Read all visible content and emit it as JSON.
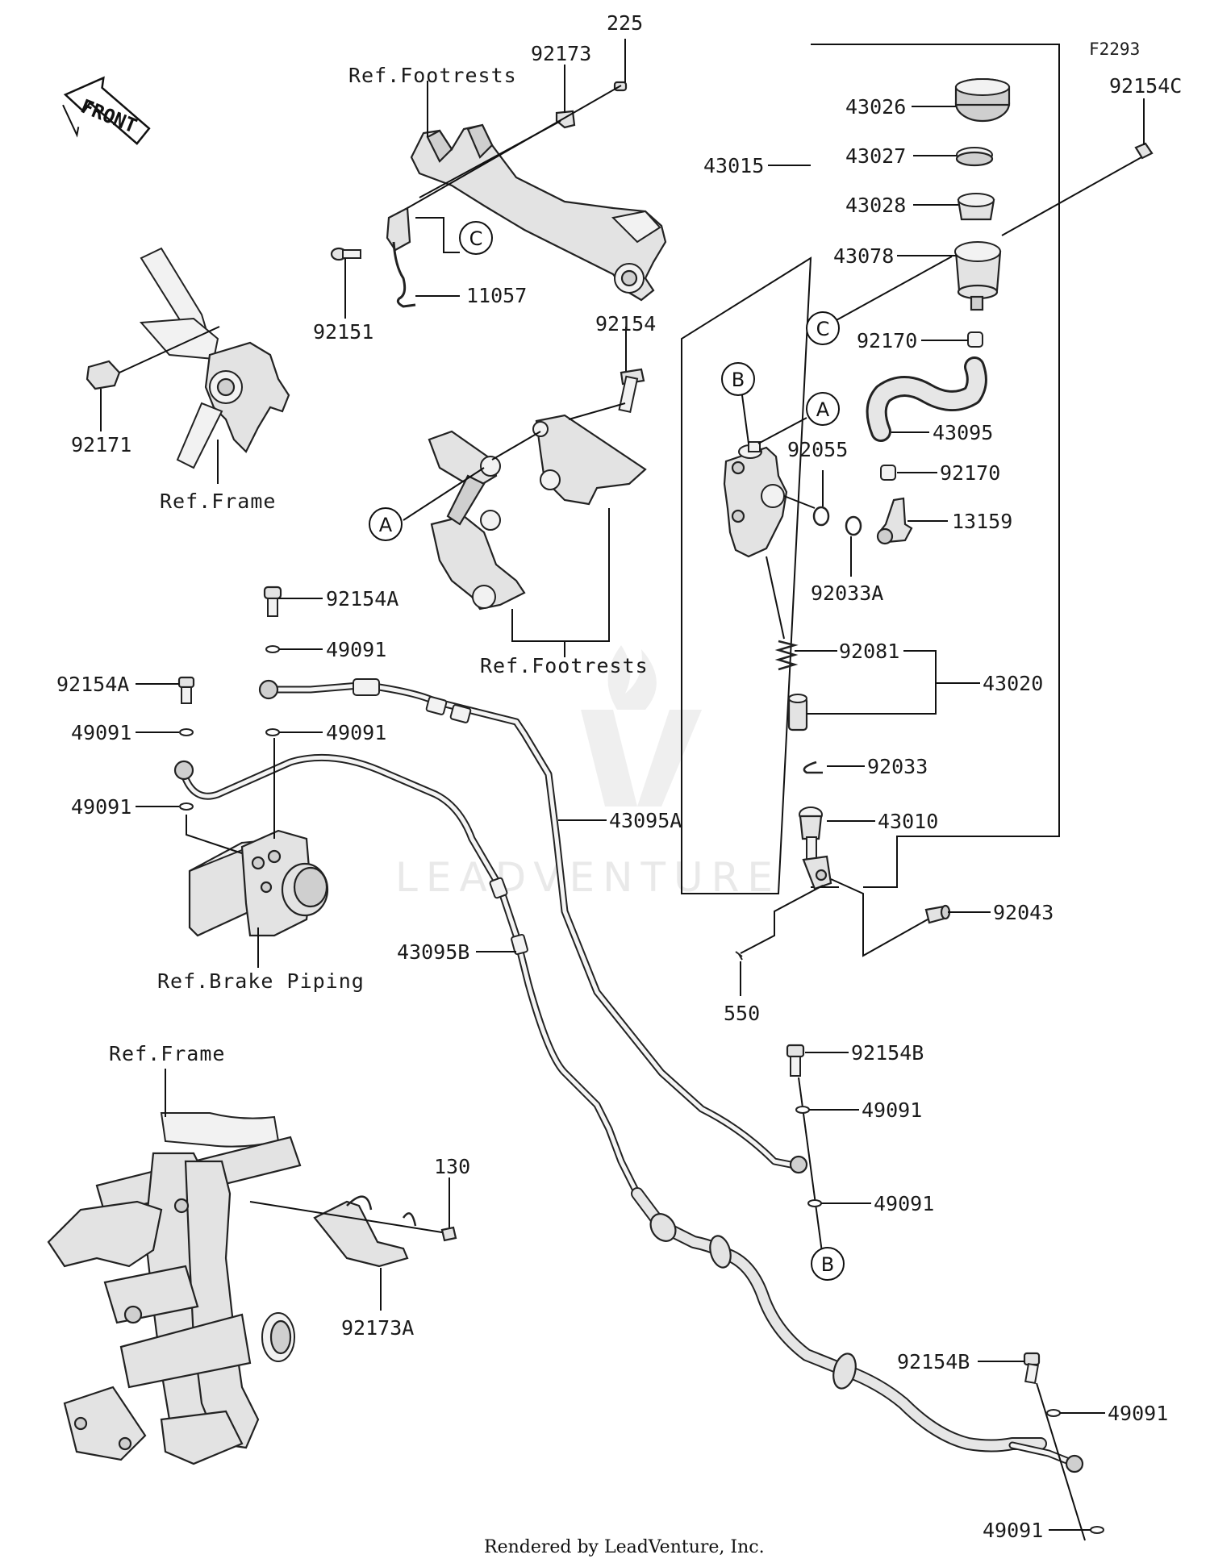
{
  "diagram_code": "F2293",
  "direction_label": "FRONT",
  "credit": "Rendered by LeadVenture, Inc.",
  "watermark": "LEADVENTURE",
  "callouts": {
    "a": "A",
    "b": "B",
    "c": "C"
  },
  "refs": {
    "footrests_top": "Ref.Footrests",
    "footrests_mid": "Ref.Footrests",
    "frame_top": "Ref.Frame",
    "frame_bottom": "Ref.Frame",
    "brake_piping": "Ref.Brake Piping"
  },
  "parts": {
    "p225": "225",
    "p92173": "92173",
    "p92151": "92151",
    "p11057": "11057",
    "p92171": "92171",
    "p92154": "92154",
    "p92154A_top": "92154A",
    "p49091_a": "49091",
    "p92154A_left": "92154A",
    "p49091_b": "49091",
    "p49091_c": "49091",
    "p49091_d": "49091",
    "p43095A": "43095A",
    "p43095B": "43095B",
    "p43015": "43015",
    "p92154C": "92154C",
    "p43026": "43026",
    "p43027": "43027",
    "p43028": "43028",
    "p43078": "43078",
    "p92170_a": "92170",
    "p43095": "43095",
    "p92055": "92055",
    "p92170_b": "92170",
    "p13159": "13159",
    "p92033A": "92033A",
    "p92081": "92081",
    "p43020": "43020",
    "p92033": "92033",
    "p43010": "43010",
    "p92043": "92043",
    "p550": "550",
    "p92154B_a": "92154B",
    "p49091_e": "49091",
    "p49091_f": "49091",
    "p130": "130",
    "p92173A": "92173A",
    "p92154B_b": "92154B",
    "p49091_g": "49091",
    "p49091_h": "49091"
  }
}
